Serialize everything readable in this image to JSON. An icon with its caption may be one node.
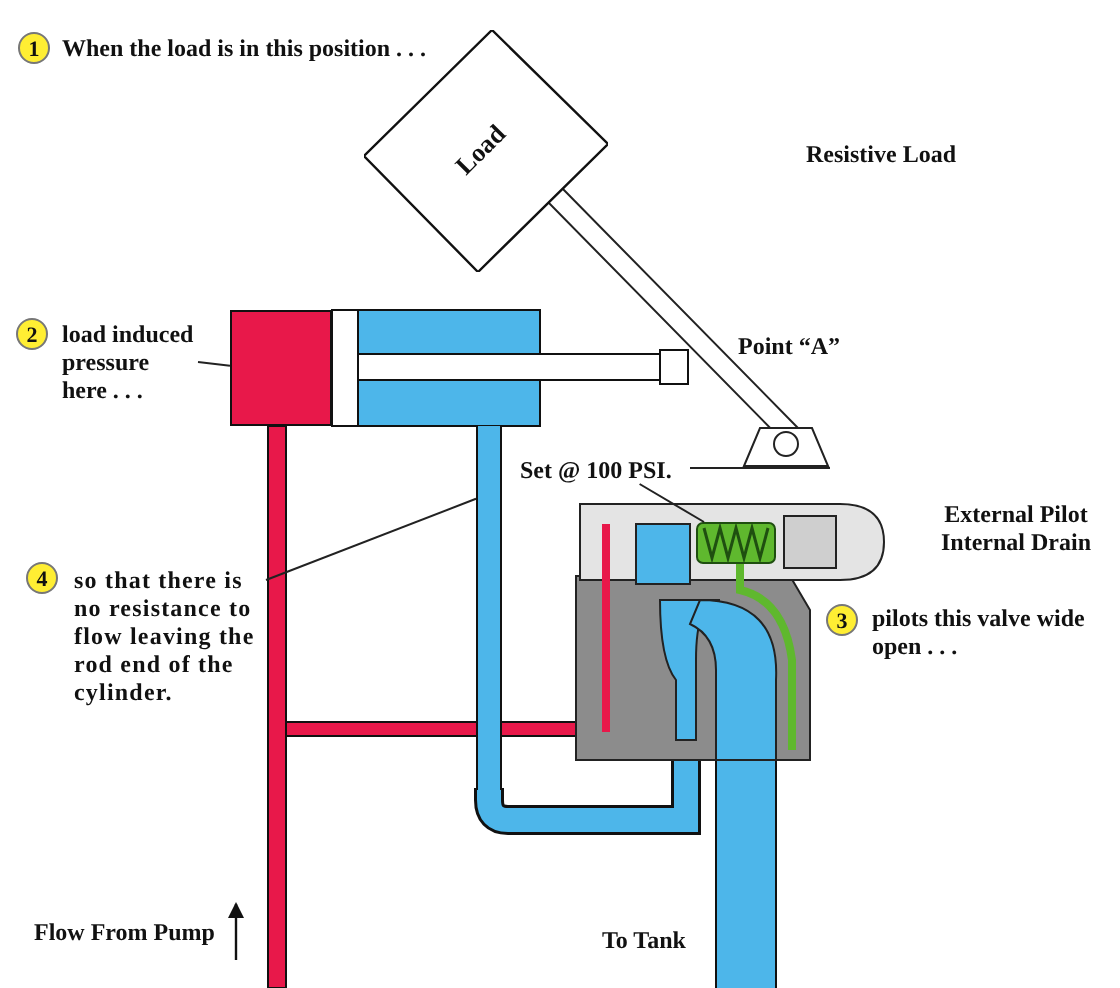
{
  "diagram": {
    "nodes": [
      {
        "text": [
          "Load"
        ]
      },
      {
        "text": [
          "load induced pressure here . . ."
        ]
      },
      {
        "text": [],
        "shape": "box"
      },
      {
        "text": [
          "Set @ 100 PSI."
        ]
      },
      {
        "text": [],
        "shape": "spring"
      },
      {
        "text": [
          "so that there is no resistance to flow leaving the rod end of the cylinder."
        ]
      },
      {
        "text": [],
        "shape": "bar"
      }
    ],
    "edges": [
      {
        "from": 1,
        "to": 2,
        "arrow": "none"
      },
      {
        "from": 3,
        "to": 4,
        "arrow": "none"
      },
      {
        "from": 5,
        "to": 6,
        "arrow": "none"
      }
    ],
    "labels": [
      "1",
      "When the load is in this position . . .",
      "Resistive Load",
      "Point “A”",
      "2",
      "External Pilot Internal Drain",
      "4",
      "3",
      "pilots this valve wide open . . .",
      "Flow From Pump",
      "To Tank"
    ]
  }
}
